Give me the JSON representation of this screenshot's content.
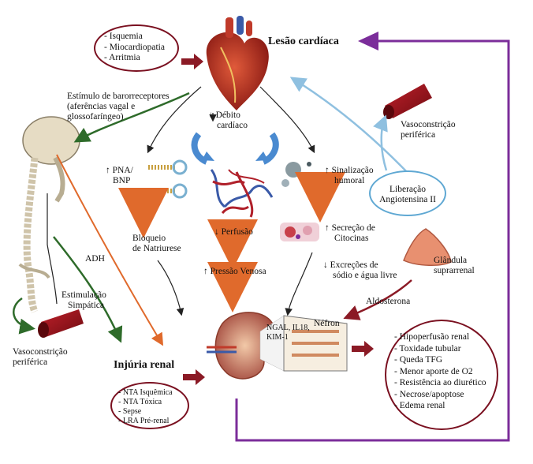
{
  "title": "Lesão cardíaca",
  "heart_causes": [
    "- Isquemia",
    "- Miocardiopatia",
    "- Arritmia"
  ],
  "baroreceptor": [
    "Estímulo de barorreceptores",
    "(aferências vagal e",
    "glossofaríngeo)"
  ],
  "cardiac_output": [
    "Débito",
    "cardíaco"
  ],
  "pna": [
    "PNA/",
    "BNP"
  ],
  "natriuresis": [
    "Bloqueio",
    "de Natriurese"
  ],
  "perfusion": "Perfusão",
  "venous_pressure": "Pressão Venosa",
  "humoral": [
    "Sinalização",
    "humoral"
  ],
  "cytokines": [
    "Secreção de",
    "Citocinas"
  ],
  "excretion": [
    "Excreções de",
    "sódio e água livre"
  ],
  "vasoconstriction_top": [
    "Vasoconstrição",
    "periférica"
  ],
  "angiotensin": [
    "Liberação",
    "Angiotensina II"
  ],
  "adrenal": [
    "Glândula",
    "suprarrenal"
  ],
  "aldosterone": "Aldosterona",
  "adh": "ADH",
  "sympathetic": [
    "Estimulação",
    "Simpática"
  ],
  "vasoconstriction_left": [
    "Vasoconstrição",
    "periférica"
  ],
  "renal_injury": "Injúria renal",
  "renal_causes": [
    "- NTA Isquêmica",
    "- NTA Tóxica",
    "- Sepse",
    "- LRA Pré-renal"
  ],
  "biomarkers": [
    "NGAL, IL18,",
    "KIM-1"
  ],
  "nephron": "Néfron",
  "consequences": [
    "- Hipoperfusão renal",
    "- Toxidade tubular",
    "- Queda TFG",
    "- Menor aporte de O2",
    "- Resistência ao diurético",
    "- Necrose/apoptose",
    "- Edema renal"
  ],
  "colors": {
    "dark_red": "#7a1020",
    "orange": "#e06a2c",
    "green": "#2e6b2a",
    "blue": "#8fc0e0",
    "purple": "#7b2d9a",
    "black": "#222222"
  }
}
